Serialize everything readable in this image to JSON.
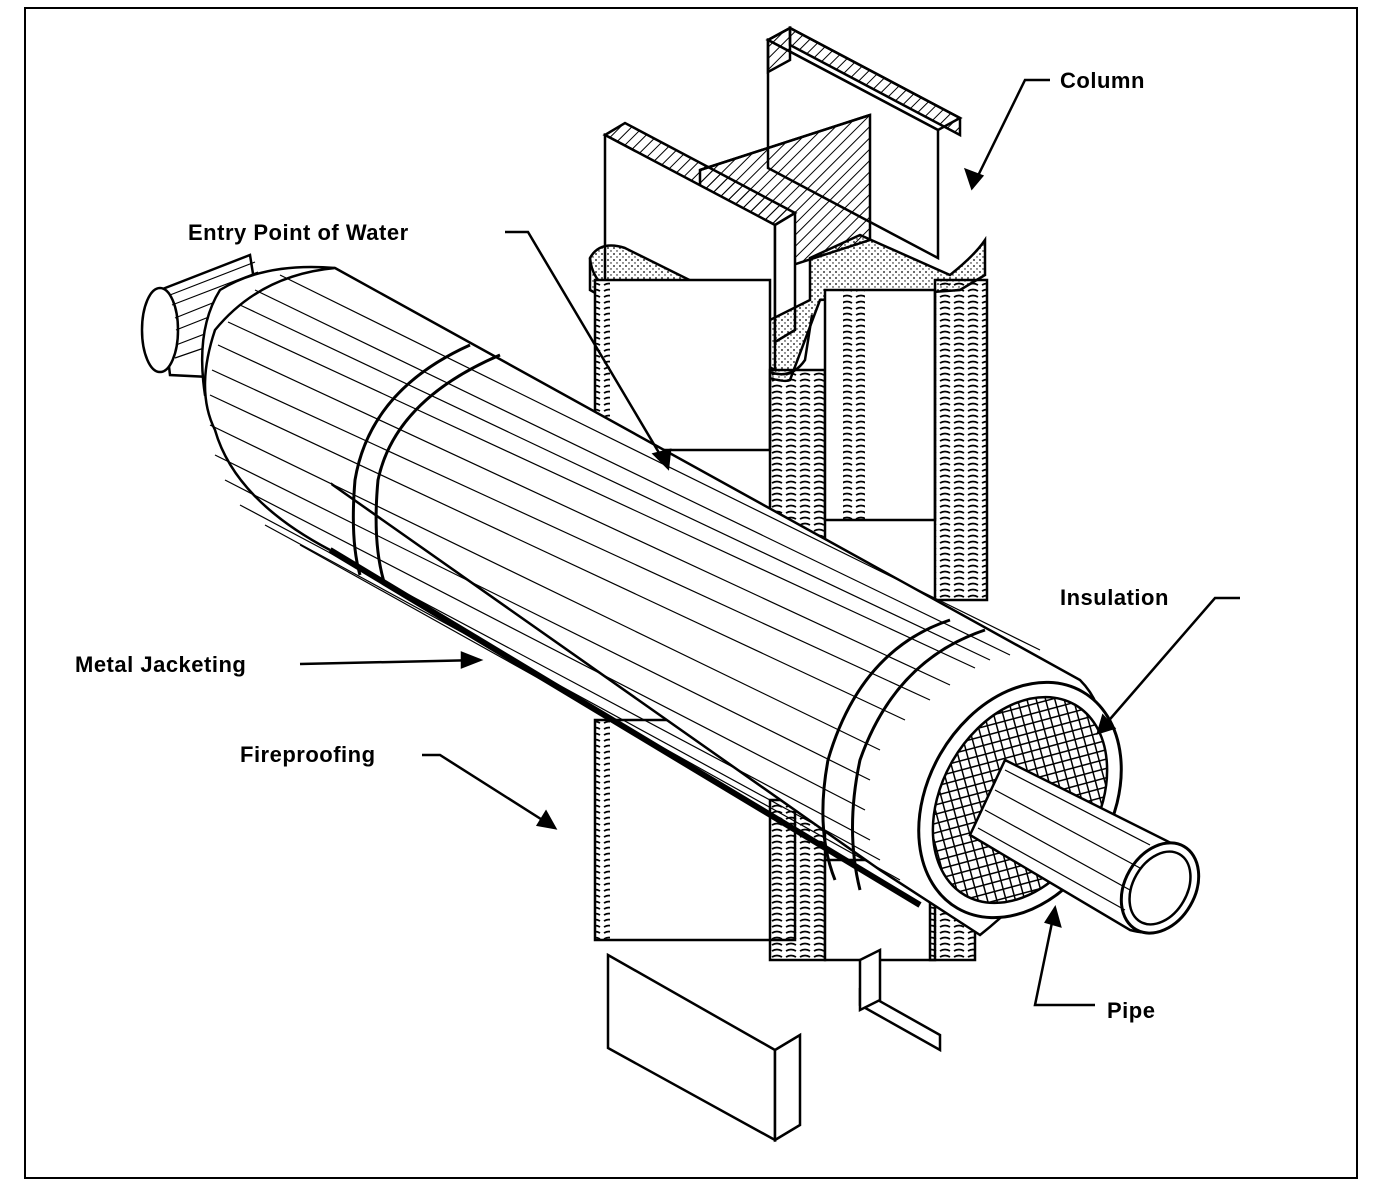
{
  "labels": {
    "column": "Column",
    "entry_point": "Entry Point of Water",
    "insulation": "Insulation",
    "metal_jacketing": "Metal Jacketing",
    "fireproofing": "Fireproofing",
    "pipe": "Pipe"
  }
}
